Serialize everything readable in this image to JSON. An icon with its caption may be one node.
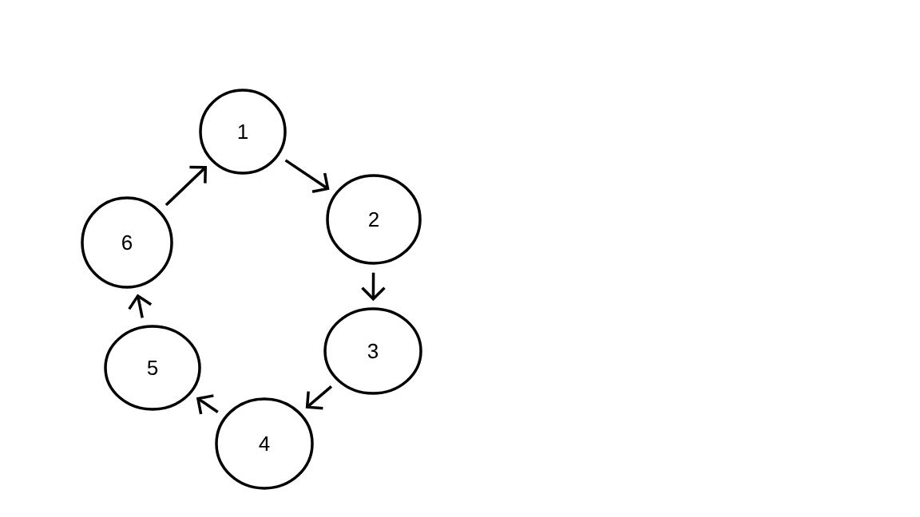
{
  "diagram": {
    "nodes": [
      {
        "text": [
          "1"
        ]
      },
      {
        "text": [
          "2"
        ]
      },
      {
        "text": [
          "3"
        ]
      },
      {
        "text": [
          "4"
        ]
      },
      {
        "text": [
          "5"
        ]
      },
      {
        "text": [
          "6"
        ]
      }
    ],
    "edges": [
      {
        "from": 0,
        "to": 1,
        "arrow": "to"
      },
      {
        "from": 1,
        "to": 2,
        "arrow": "to"
      },
      {
        "from": 2,
        "to": 3,
        "arrow": "to"
      },
      {
        "from": 3,
        "to": 4,
        "arrow": "to"
      },
      {
        "from": 4,
        "to": 5,
        "arrow": "to"
      },
      {
        "from": 5,
        "to": 0,
        "arrow": "to"
      }
    ]
  }
}
